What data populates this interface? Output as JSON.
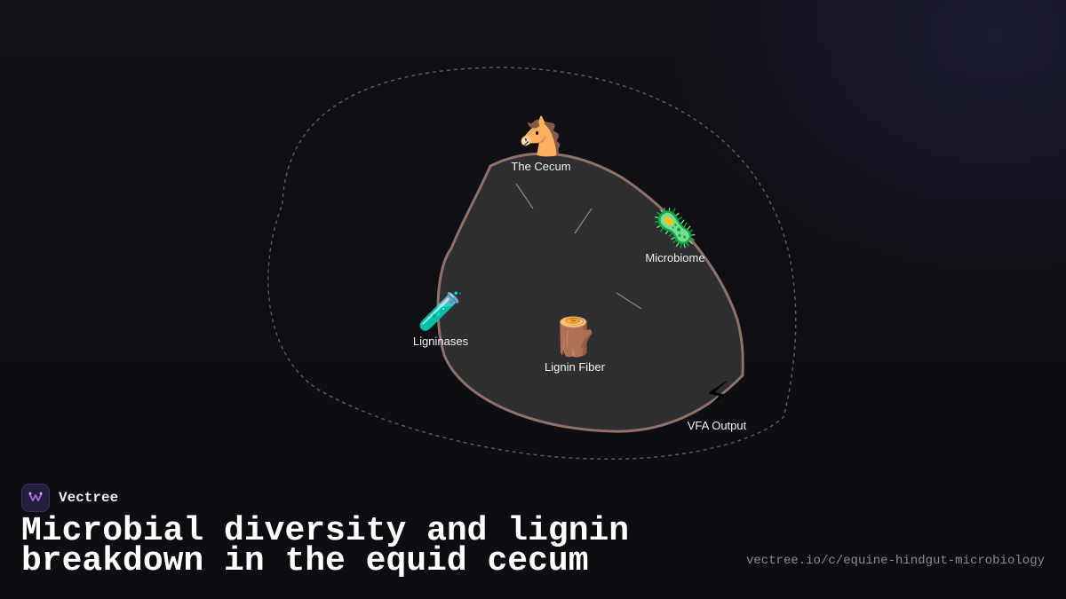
{
  "diagram": {
    "nodes": [
      {
        "id": "cecum",
        "emoji": "🐴",
        "label": "The Cecum"
      },
      {
        "id": "microbiome",
        "emoji": "🦠",
        "label": "Microbiome"
      },
      {
        "id": "ligninases",
        "emoji": "🧪",
        "label": "Ligninases"
      },
      {
        "id": "lignin-fiber",
        "emoji": "🪵",
        "label": "Lignin Fiber"
      },
      {
        "id": "vfa-output",
        "emoji": "⚡",
        "label": "VFA Output"
      }
    ],
    "colors": {
      "blob_fill": "#2e2d2f",
      "blob_stroke": "#8f7168",
      "outline": "#5a5a60",
      "connector": "#8a8a8a"
    }
  },
  "footer": {
    "brand": "Vectree",
    "logo_icon": "vectree-logo-icon",
    "title": "Microbial diversity and lignin breakdown in the equid cecum",
    "url": "vectree.io/c/equine-hindgut-microbiology"
  }
}
